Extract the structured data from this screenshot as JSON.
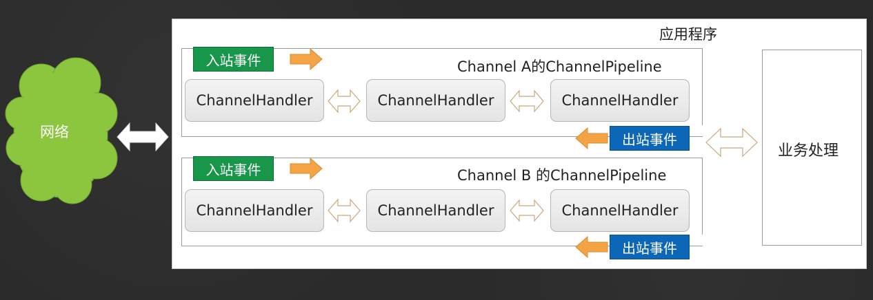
{
  "network_label": "网络",
  "app_title": "应用程序",
  "business_label": "业务处理",
  "colors": {
    "cloud": "#8cc63f",
    "inbound": "#18964a",
    "outbound": "#0d67b8",
    "arrow": "#f5a445"
  },
  "pipelines": [
    {
      "title": "Channel A的ChannelPipeline",
      "inbound_label": "入站事件",
      "outbound_label": "出站事件",
      "handlers": [
        "ChannelHandler",
        "ChannelHandler",
        "ChannelHandler"
      ]
    },
    {
      "title": "Channel B 的ChannelPipeline",
      "inbound_label": "入站事件",
      "outbound_label": "出站事件",
      "handlers": [
        "ChannelHandler",
        "ChannelHandler",
        "ChannelHandler"
      ]
    }
  ]
}
